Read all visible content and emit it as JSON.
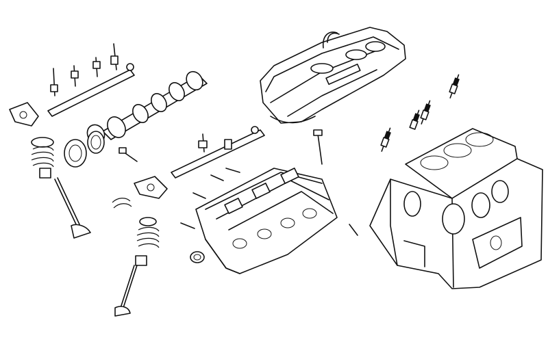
{
  "diagram": {
    "kind": "exploded engine assembly line drawing",
    "style": "black ink on white",
    "colors": {
      "ink": "#111111",
      "paper": "#ffffff"
    },
    "parts": [
      "rocker-shaft-upper",
      "camshaft",
      "valve-cover",
      "spark-plugs",
      "cylinder-head",
      "engine-block",
      "valve-left",
      "valve-center",
      "valve-spring-left",
      "valve-spring-center",
      "camshaft-seal",
      "rocker-shaft-lower",
      "head-bolts",
      "rocker-arm-left",
      "rocker-arm-center"
    ],
    "spark_plug_count": 4
  }
}
